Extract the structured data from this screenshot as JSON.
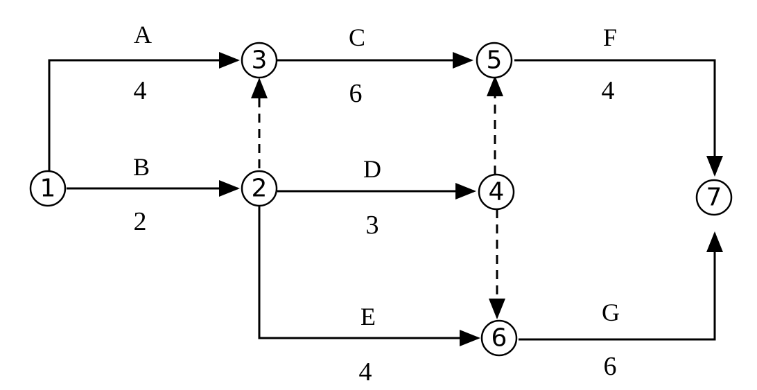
{
  "nodes": [
    {
      "id": "1",
      "label": "1"
    },
    {
      "id": "2",
      "label": "2"
    },
    {
      "id": "3",
      "label": "3"
    },
    {
      "id": "4",
      "label": "4"
    },
    {
      "id": "5",
      "label": "5"
    },
    {
      "id": "6",
      "label": "6"
    },
    {
      "id": "7",
      "label": "7"
    }
  ],
  "activities": [
    {
      "name": "A",
      "duration": "4",
      "from": "1",
      "to": "3"
    },
    {
      "name": "B",
      "duration": "2",
      "from": "1",
      "to": "2"
    },
    {
      "name": "C",
      "duration": "6",
      "from": "3",
      "to": "5"
    },
    {
      "name": "D",
      "duration": "3",
      "from": "2",
      "to": "4"
    },
    {
      "name": "E",
      "duration": "4",
      "from": "2",
      "to": "6"
    },
    {
      "name": "F",
      "duration": "4",
      "from": "5",
      "to": "7"
    },
    {
      "name": "G",
      "duration": "6",
      "from": "6",
      "to": "7"
    }
  ],
  "dummy_activities": [
    {
      "from": "2",
      "to": "3"
    },
    {
      "from": "4",
      "to": "5"
    },
    {
      "from": "4",
      "to": "6"
    }
  ]
}
